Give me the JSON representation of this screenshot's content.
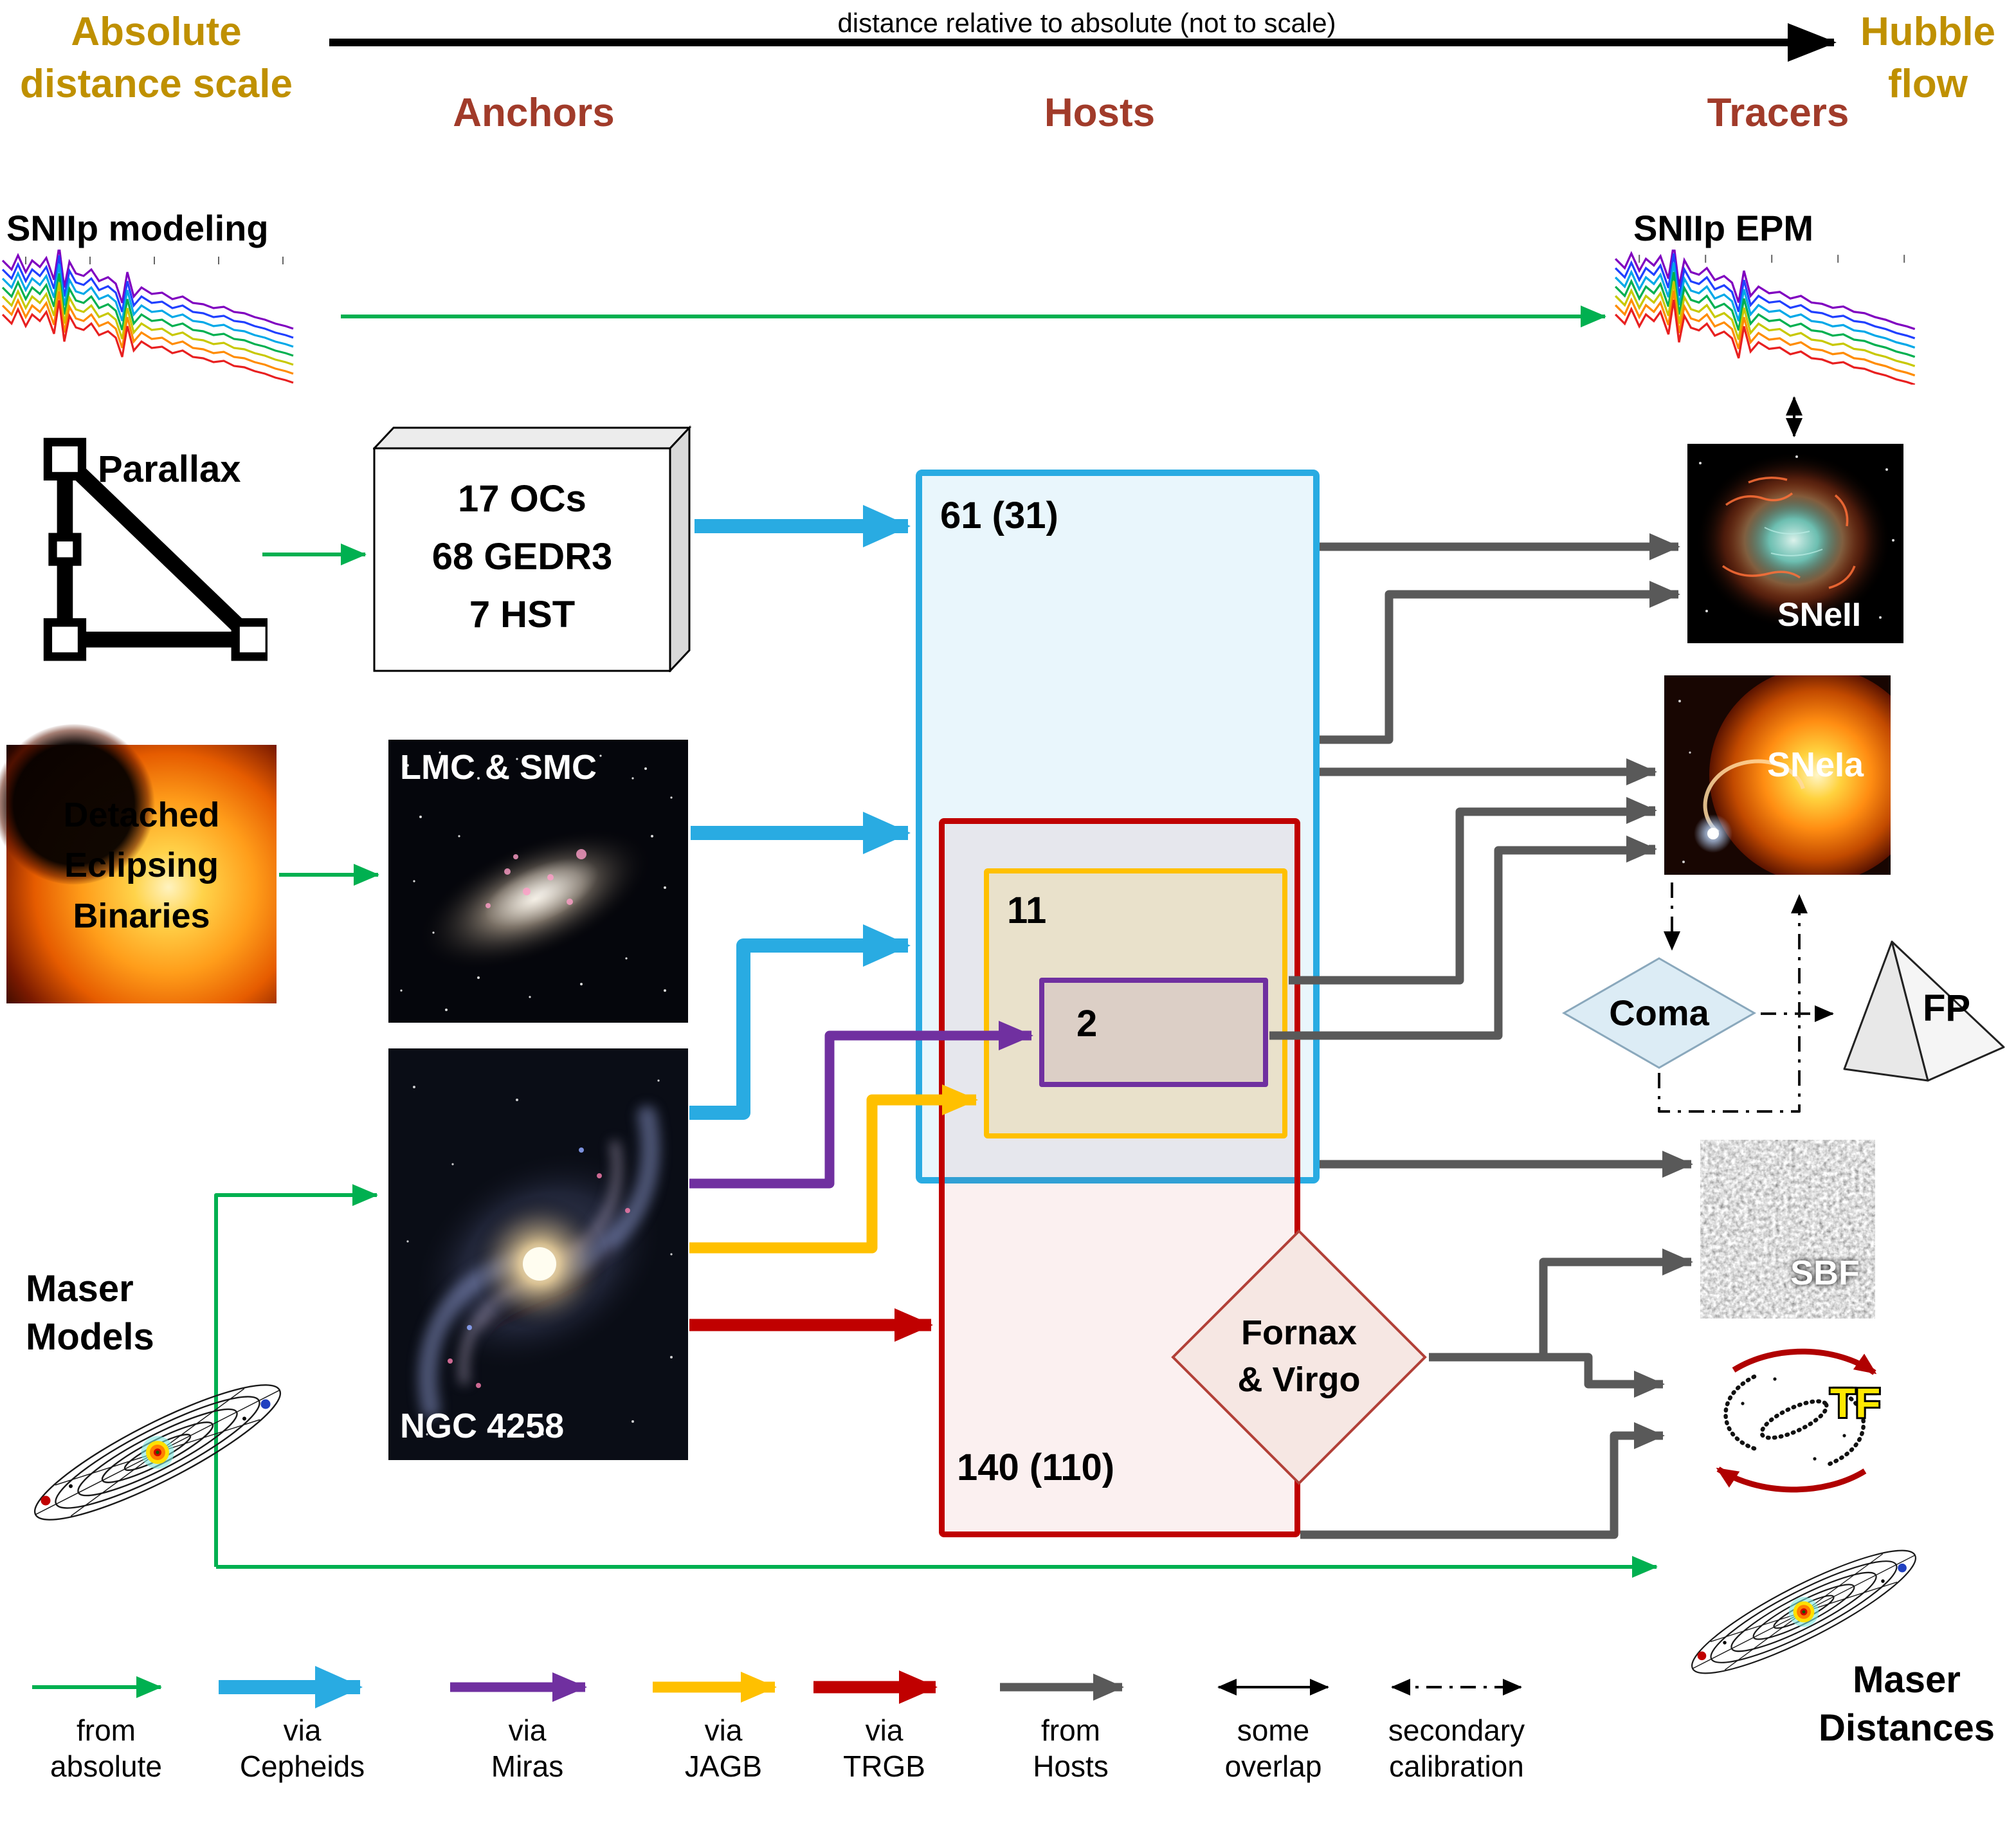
{
  "header": {
    "absolute_scale": "Absolute\ndistance scale",
    "arrow_label": "distance relative to absolute (not to scale)",
    "hubble_flow": "Hubble\nflow",
    "anchors": "Anchors",
    "hosts": "Hosts",
    "tracers": "Tracers"
  },
  "absolute_methods": {
    "sniip_modeling": "SNIIp modeling",
    "parallax": "Parallax",
    "detached_eclipsing_binaries": "Detached\nEclipsing\nBinaries",
    "maser_models": "Maser\nModels"
  },
  "anchors": {
    "parallax_box": "17 OCs\n68 GEDR3\n7 HST",
    "lmc_smc": "LMC & SMC",
    "ngc4258": "NGC 4258"
  },
  "hosts": {
    "cepheid_count": "61 (31)",
    "trgb_count": "140 (110)",
    "jagb_count": "11",
    "mira_count": "2",
    "fornax_virgo": "Fornax\n& Virgo"
  },
  "tracers": {
    "sniip_epm": "SNIIp EPM",
    "sneii": "SNeII",
    "sneia": "SNeIa",
    "coma": "Coma",
    "fp": "FP",
    "sbf": "SBF",
    "tf": "TF",
    "maser_distances": "Maser\nDistances"
  },
  "legend": [
    {
      "label": "from\nabsolute",
      "color": "#00B050"
    },
    {
      "label": "via\nCepheids",
      "color": "#29ABE2"
    },
    {
      "label": "via\nMiras",
      "color": "#7030A0"
    },
    {
      "label": "via\nJAGB",
      "color": "#FFC000"
    },
    {
      "label": "via\nTRGB",
      "color": "#C00000"
    },
    {
      "label": "from\nHosts",
      "color": "#595959"
    },
    {
      "label": "some\noverlap",
      "color": "#000000"
    },
    {
      "label": "secondary\ncalibration",
      "color": "#000000"
    }
  ],
  "colors": {
    "gold": "#BF9000",
    "dark_red_headers": "#A13B2A",
    "green": "#00B050",
    "blue": "#29ABE2",
    "purple": "#7030A0",
    "yellow": "#FFC000",
    "red": "#C00000",
    "gray": "#595959"
  }
}
